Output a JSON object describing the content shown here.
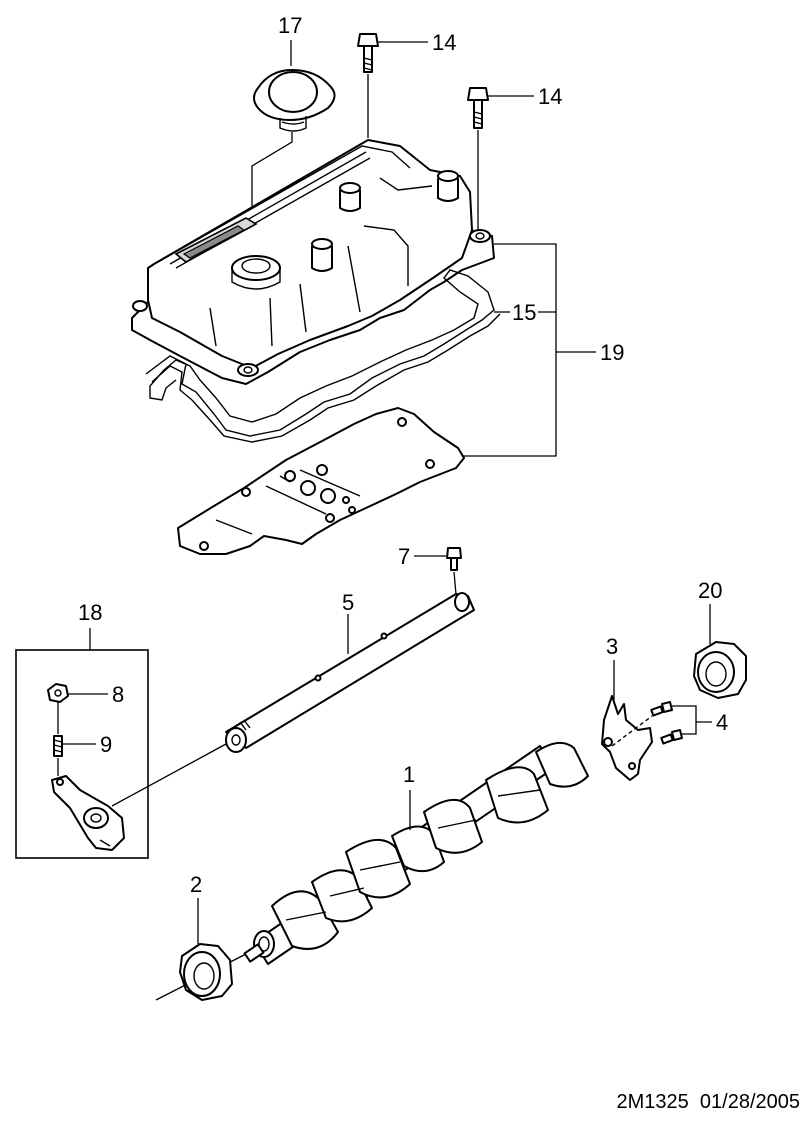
{
  "callouts": {
    "c17": "17",
    "c14a": "14",
    "c14b": "14",
    "c15": "15",
    "c19": "19",
    "c7": "7",
    "c5": "5",
    "c18": "18",
    "c8": "8",
    "c9": "9",
    "c20": "20",
    "c3": "3",
    "c4": "4",
    "c1": "1",
    "c2": "2"
  },
  "footer": {
    "code": "2M1325",
    "date": "01/28/2005"
  }
}
